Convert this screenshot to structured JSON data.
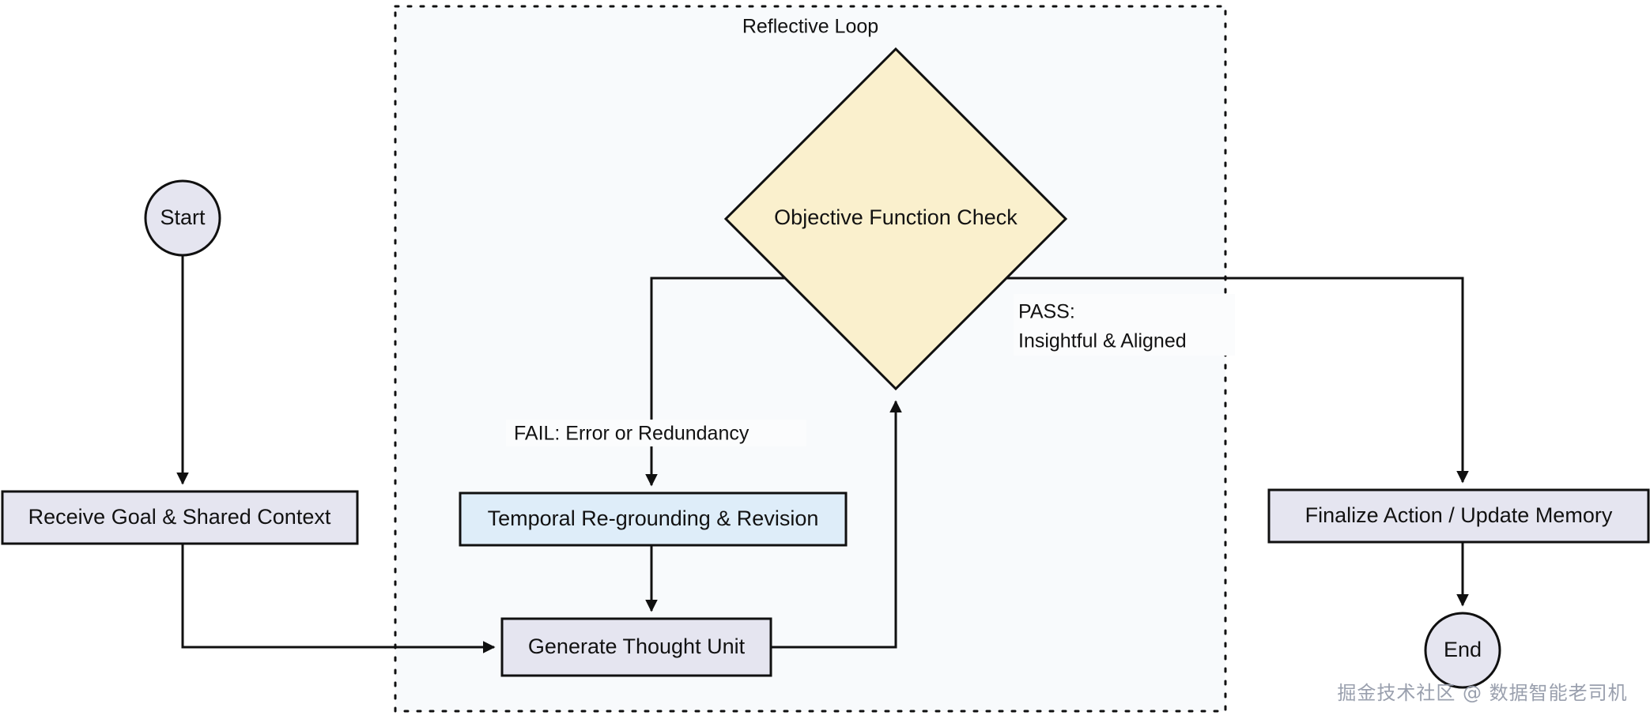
{
  "diagram": {
    "title_group": "Reflective Loop",
    "background": "#ffffff",
    "colors": {
      "lavender_node": "#E5E5F0",
      "blue_node": "#DEEDF9",
      "yellow_decision": "#FAF0CD",
      "group_bg": "#F8FAFC",
      "stroke": "#101010",
      "text": "#121212",
      "watermark": "#9aa0ae"
    },
    "nodes": {
      "start": {
        "label": "Start",
        "shape": "circle"
      },
      "receive_goal": {
        "label": "Receive Goal & Shared Context",
        "shape": "rect"
      },
      "generate_thought": {
        "label": "Generate Thought Unit",
        "shape": "rect"
      },
      "temporal": {
        "label": "Temporal Re-grounding & Revision",
        "shape": "rect"
      },
      "objective_check": {
        "label": "Objective Function Check",
        "shape": "diamond"
      },
      "finalize": {
        "label": "Finalize Action / Update Memory",
        "shape": "rect"
      },
      "end": {
        "label": "End",
        "shape": "circle"
      }
    },
    "edge_labels": {
      "fail": "FAIL: Error or Redundancy",
      "pass_line1": "PASS:",
      "pass_line2": "Insightful & Aligned"
    },
    "watermark": "掘金技术社区 @ 数据智能老司机"
  }
}
